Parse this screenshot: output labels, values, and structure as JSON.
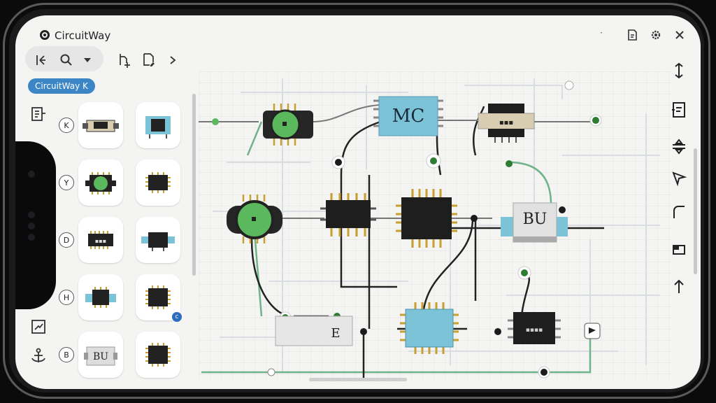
{
  "window": {
    "title": "CircuitWay",
    "logo_icon": "gear-logo-icon"
  },
  "toolbar": {
    "icons": [
      "select-tool-icon",
      "search-icon",
      "chevron-down-icon",
      "add-component-icon",
      "document-edit-icon",
      "chevron-right-icon"
    ]
  },
  "panel": {
    "tag_label": "CircuitWay K",
    "rows": [
      {
        "letter": "K"
      },
      {
        "letter": "Y"
      },
      {
        "letter": "D"
      },
      {
        "letter": "H"
      },
      {
        "letter": "B"
      }
    ],
    "badge": "c"
  },
  "canvas": {
    "chip_mc_label": "MC",
    "chip_bu_label": "BU",
    "chip_e_label": "E"
  },
  "right_tools": [
    "resize-vertical-icon",
    "panel-icon",
    "align-icon",
    "direction-icon",
    "corner-icon",
    "layer-icon",
    "arrow-up-icon"
  ],
  "colors": {
    "accent": "#3d86c6",
    "wire_green": "#6fb38a",
    "chip_blue": "#7cc3d8",
    "pad_green": "#5cb85c"
  }
}
